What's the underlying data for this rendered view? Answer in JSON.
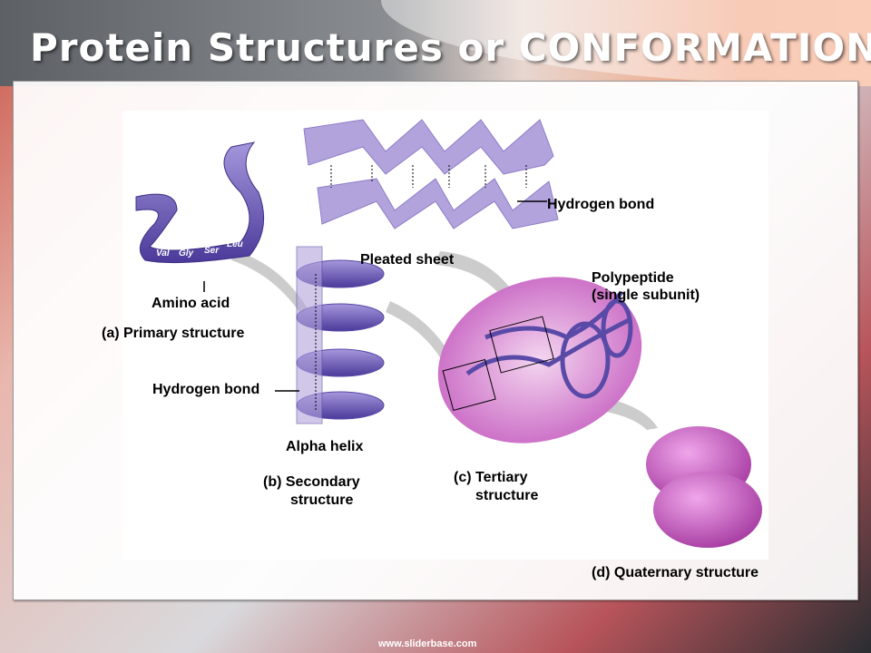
{
  "slide": {
    "title": "Protein Structures or CONFORMATIONS",
    "footer": "www.sliderbase.com"
  },
  "diagram": {
    "primary": {
      "residues": [
        "Val",
        "Gly",
        "Ser",
        "Leu"
      ],
      "amino_acid_label": "Amino acid",
      "caption": "(a) Primary structure"
    },
    "secondary": {
      "pleated_sheet_label": "Pleated sheet",
      "sheet_hbond_label": "Hydrogen bond",
      "alpha_helix_label": "Alpha helix",
      "helix_hbond_label": "Hydrogen bond",
      "caption_line1": "(b) Secondary",
      "caption_line2": "structure"
    },
    "tertiary": {
      "polypeptide_line1": "Polypeptide",
      "polypeptide_line2": "(single subunit)",
      "caption_line1": "(c) Tertiary",
      "caption_line2": "structure"
    },
    "quaternary": {
      "caption": "(d) Quaternary structure"
    }
  },
  "colors": {
    "ribbon": "#8a78c8",
    "ribbon_dark": "#4b3a9a",
    "sheet": "#b3a3dc",
    "tertiary": "#d88fd0",
    "quaternary": "#c55ec0"
  }
}
